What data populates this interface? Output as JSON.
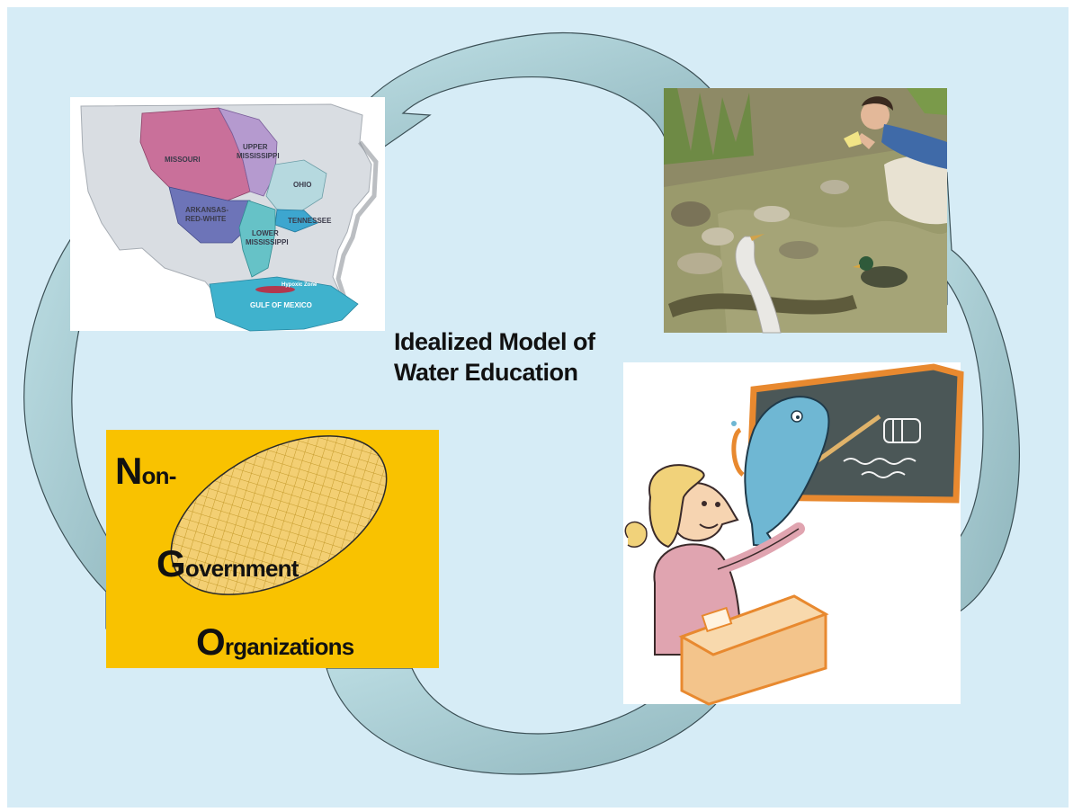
{
  "diagram": {
    "title_lines": [
      "Idealized Model of",
      "Water Education"
    ],
    "ngo_words": [
      {
        "cap": "N",
        "rest": "on-"
      },
      {
        "cap": "G",
        "rest": "overnment"
      },
      {
        "cap": "O",
        "rest": "rganizations"
      }
    ],
    "map_labels": {
      "missouri": "MISSOURI",
      "upper_mississippi_1": "UPPER",
      "upper_mississippi_2": "MISSISSIPPI",
      "ohio": "OHIO",
      "arkansas_1": "ARKANSAS-",
      "arkansas_2": "RED-WHITE",
      "tennessee": "TENNESSEE",
      "lower_mississippi_1": "LOWER",
      "lower_mississippi_2": "MISSISSIPPI",
      "hypoxic_zone": "Hypoxic Zone",
      "gulf": "GULF OF MEXICO"
    },
    "colors": {
      "background": "#d6ecf6",
      "arrow_fill": "#a9d1d8",
      "arrow_dark": "#7fa3ab",
      "ngo_box": "#f9c200",
      "ellipse_fill": "#f3cf73"
    }
  }
}
